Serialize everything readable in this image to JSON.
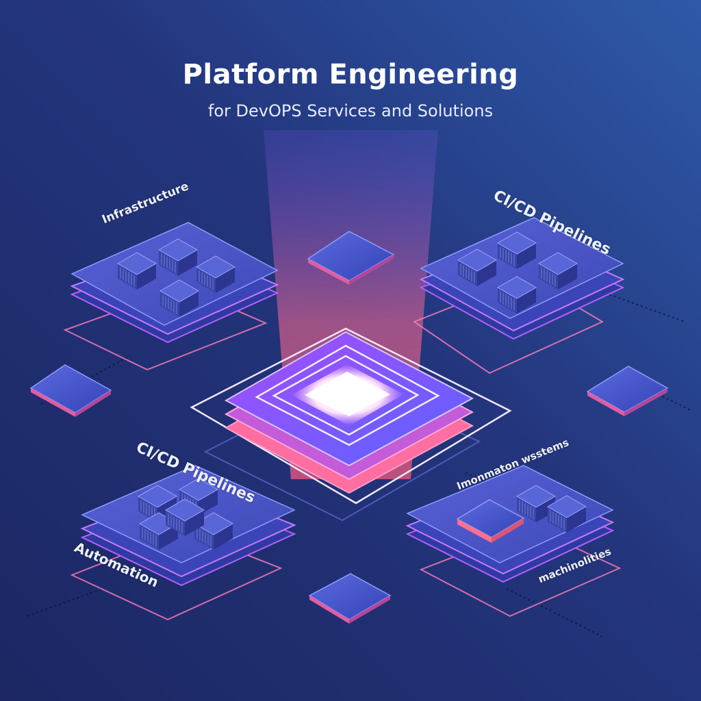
{
  "title": "Platform Engineering",
  "subtitle": "for DevOPS Services and Solutions",
  "labels": {
    "infrastructure": "Infrastructure",
    "cicd_right": "CI/CD Pipelines",
    "cicd_left": "CI/CD Pipelines",
    "automation": "Automation",
    "information_systems": "Imonmaton wsstems",
    "machinolities": "machinolities"
  },
  "colors": {
    "background_start": "#1f2f6e",
    "background_end": "#2f57a8",
    "platform_top": "#4b58c9",
    "glow_pink": "#ff5d8a",
    "glow_violet": "#9b5cff"
  }
}
